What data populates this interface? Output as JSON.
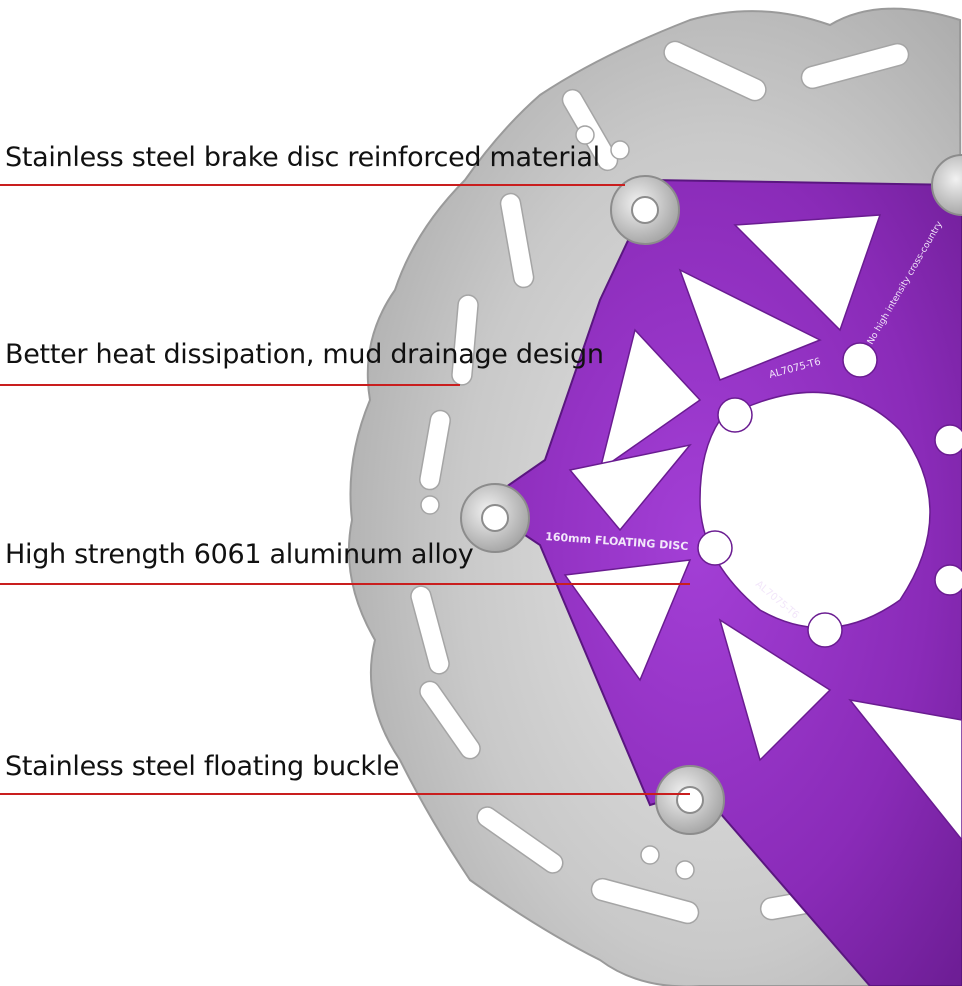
{
  "callouts": [
    {
      "text": "Stainless steel brake disc reinforced material"
    },
    {
      "text": "Better heat dissipation, mud drainage design"
    },
    {
      "text": "High strength 6061 aluminum alloy"
    },
    {
      "text": "Stainless steel floating buckle"
    }
  ],
  "disc_labels": {
    "size_label": "160mm FLOATING DISC",
    "material_label_1": "AL7075-T6",
    "material_label_2": "AL7075-T6",
    "ring_text": "No high intensity cross-country"
  },
  "colors": {
    "steel": "#c7c7c7",
    "steel_dark": "#9a9a9a",
    "carrier": "#8a2bb8",
    "carrier_dark": "#6a1c91",
    "callout_line": "#c91e1e"
  }
}
